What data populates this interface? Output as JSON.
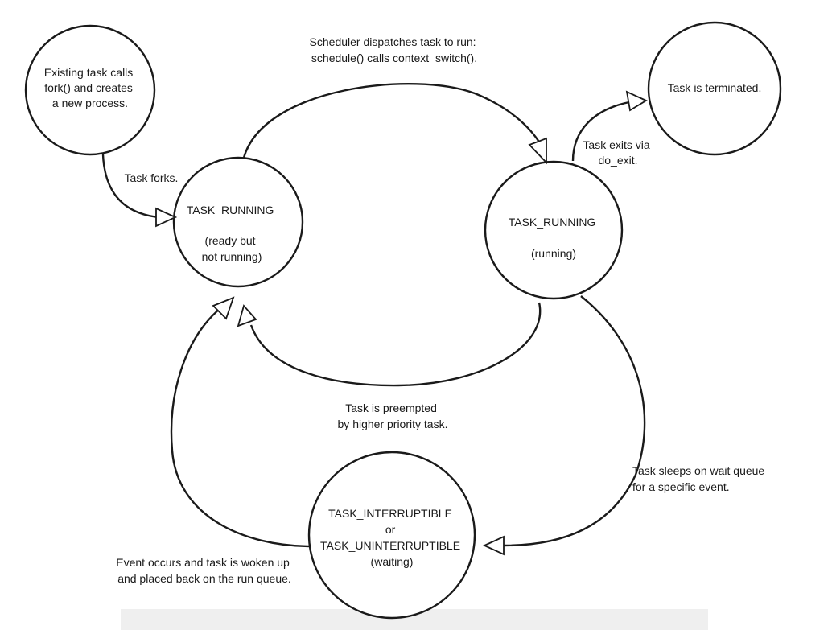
{
  "states": {
    "fork_source": {
      "lines": [
        "Existing task calls",
        "fork() and creates",
        "a new process."
      ]
    },
    "terminated": {
      "lines": [
        "Task is terminated."
      ]
    },
    "ready": {
      "lines": [
        "TASK_RUNNING",
        "",
        "(ready but",
        "not running)"
      ]
    },
    "running": {
      "lines": [
        "TASK_RUNNING",
        "",
        "(running)"
      ]
    },
    "waiting": {
      "lines": [
        "TASK_INTERRUPTIBLE",
        "or",
        "TASK_UNINTERRUPTIBLE",
        "(waiting)"
      ]
    }
  },
  "transitions": {
    "fork": {
      "lines": [
        "Task forks."
      ]
    },
    "dispatch": {
      "lines": [
        "Scheduler dispatches task to run:",
        "schedule() calls context_switch()."
      ]
    },
    "exit": {
      "lines": [
        "Task exits via",
        "do_exit."
      ]
    },
    "preempt": {
      "lines": [
        "Task is preempted",
        "by higher priority task."
      ]
    },
    "sleep": {
      "lines": [
        "Task sleeps on wait queue",
        "for a specific event."
      ]
    },
    "wake": {
      "lines": [
        "Event occurs and task is woken up",
        "and placed back on the run queue."
      ]
    }
  }
}
